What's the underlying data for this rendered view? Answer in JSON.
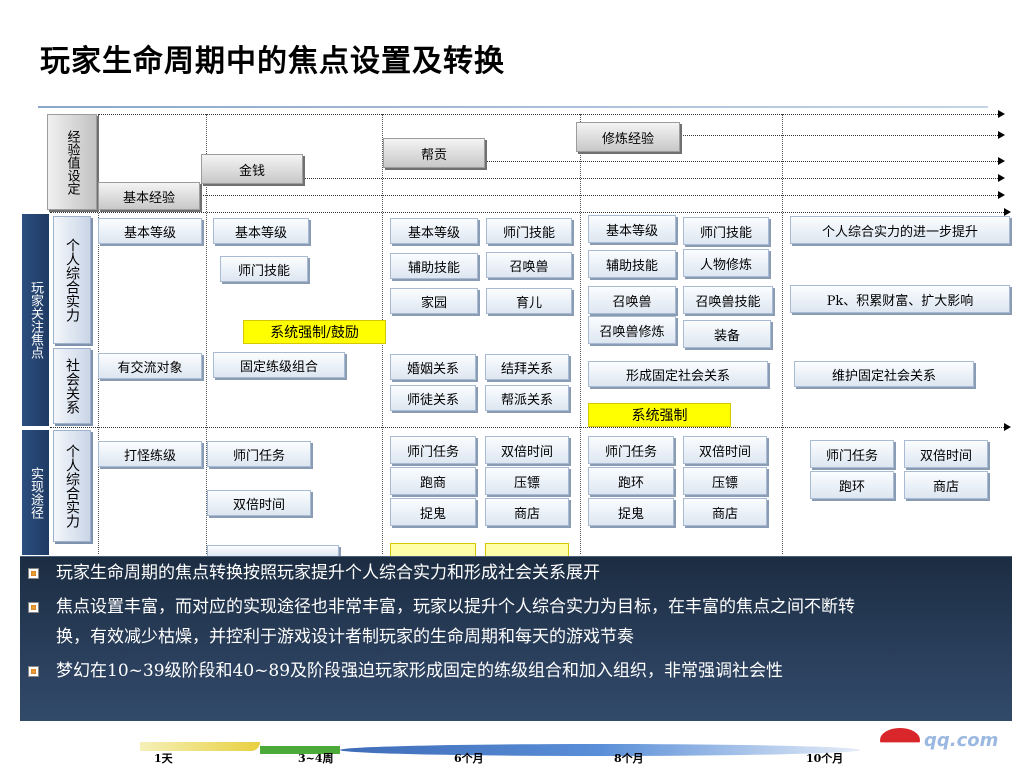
{
  "page_title": "玩家生命周期中的焦点设置及转换",
  "exp": {
    "header": "经验值设定",
    "basic_exp": "基本经验",
    "money": "金钱",
    "contribution": "帮贡",
    "cultivation_exp": "修炼经验"
  },
  "side_labels": {
    "player_focus": "玩家关注焦点",
    "realization_path": "实现途径"
  },
  "categories": {
    "personal_strength": "个人综合实力",
    "social": "社会关系",
    "personal_strength2": "个人综合实力"
  },
  "stage1": {
    "basic_level": "基本等级",
    "social_target": "有交流对象",
    "monster": "打怪练级"
  },
  "stage2": {
    "basic_level": "基本等级",
    "school_skill": "师门技能",
    "fixed_group": "固定练级组合",
    "school_task": "师门任务",
    "double_time": "双倍时间"
  },
  "stage3": {
    "basic_level": "基本等级",
    "school_skill": "师门技能",
    "aux_skill": "辅助技能",
    "summon": "召唤兽",
    "home": "家园",
    "child": "育儿",
    "marriage": "婚姻关系",
    "sworn": "结拜关系",
    "master": "师徒关系",
    "guild": "帮派关系",
    "school_task": "师门任务",
    "double_time": "双倍时间",
    "run_business": "跑商",
    "escort": "压镖",
    "ghost": "捉鬼",
    "shop": "商店"
  },
  "stage4": {
    "basic_level": "基本等级",
    "school_skill": "师门技能",
    "aux_skill": "辅助技能",
    "char_cultivate": "人物修炼",
    "summon": "召唤兽",
    "summon_skill": "召唤兽技能",
    "summon_cultivate": "召唤兽修炼",
    "equipment": "装备",
    "form_social": "形成固定社会关系",
    "school_task": "师门任务",
    "double_time": "双倍时间",
    "run_loop": "跑环",
    "escort": "压镖",
    "ghost": "捉鬼",
    "shop": "商店"
  },
  "stage5": {
    "further": "个人综合实力的进一步提升",
    "pk": "Pk、积累财富、扩大影响",
    "maintain_social": "维护固定社会关系",
    "school_task": "师门任务",
    "double_time": "双倍时间",
    "run_loop": "跑环",
    "shop": "商店"
  },
  "callouts": {
    "force_encourage": "系统强制/鼓励",
    "force": "系统强制"
  },
  "summary": [
    "玩家生命周期的焦点转换按照玩家提升个人综合实力和形成社会关系展开",
    "焦点设置丰富，而对应的实现途径也非常丰富，玩家以提升个人综合实力为目标，在丰富的焦点之间不断转",
    "换，有效减少枯燥，并控利于游戏设计者制玩家的生命周期和每天的游戏节奏",
    "梦幻在10~39级阶段和40~89及阶段强迫玩家形成固定的练级组合和加入组织，非常强调社会性"
  ],
  "timeline": [
    "1天",
    "3~4周",
    "6个月",
    "8个月",
    "10个月"
  ],
  "watermark": "qq.com",
  "colors": {
    "panel": "#22364f",
    "callout": "#ffff00",
    "side_label": "#26456f"
  }
}
